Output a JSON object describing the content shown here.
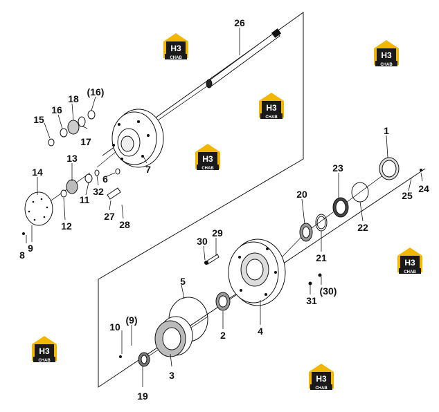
{
  "diagram": {
    "callouts": {
      "c1": "1",
      "c2": "2",
      "c3": "3",
      "c4": "4",
      "c5": "5",
      "c6": "6",
      "c7": "7",
      "c8": "8",
      "c9": "9",
      "c10": "10",
      "c11": "11",
      "c12": "12",
      "c13": "13",
      "c14": "14",
      "c15": "15",
      "c16": "16",
      "c16b": "(16)",
      "c17": "17",
      "c18": "18",
      "c19": "19",
      "c20": "20",
      "c21": "21",
      "c22": "22",
      "c23": "23",
      "c24": "24",
      "c25": "25",
      "c26": "26",
      "c27": "27",
      "c28": "28",
      "c29": "29",
      "c30": "30",
      "c30b": "(30)",
      "c31": "31",
      "c32": "32",
      "c9b": "(9)"
    },
    "watermark": {
      "top_text": "H3",
      "bottom_text": "CHAB",
      "colors": {
        "house": "#f2b705",
        "letters": "#1a1a1a"
      }
    }
  }
}
